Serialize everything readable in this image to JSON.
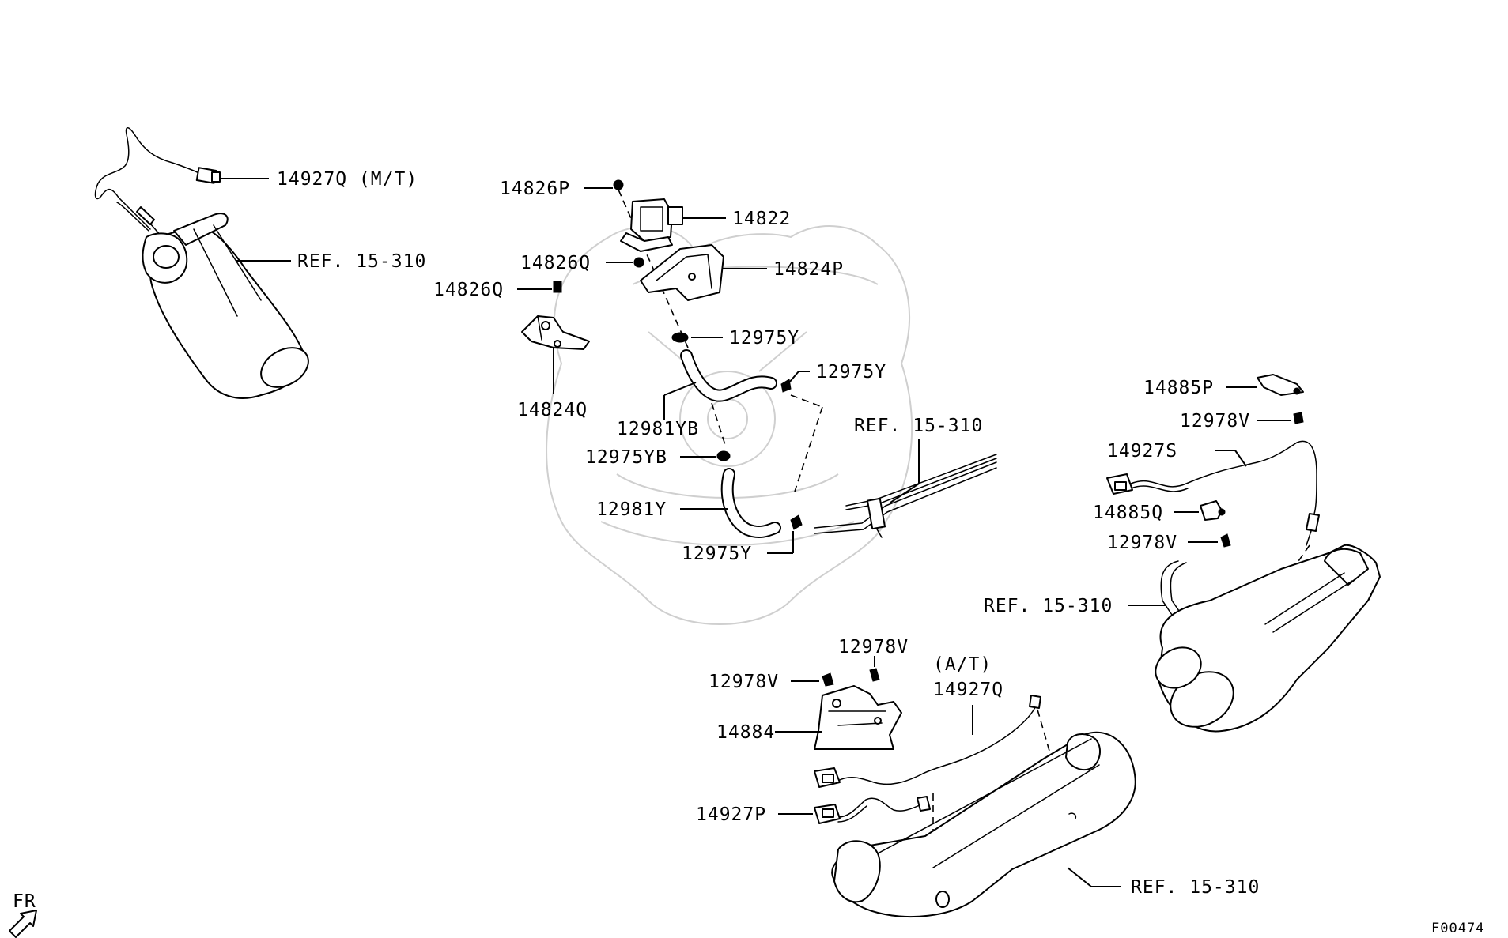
{
  "diagram_id": "F00474",
  "front_marker": "FR",
  "labels": {
    "l_14927Q_MT": "14927Q (M/T)",
    "l_ref_topleft": "REF. 15-310",
    "l_14826P": "14826P",
    "l_14822": "14822",
    "l_14826Q_a": "14826Q",
    "l_14824P": "14824P",
    "l_14826Q_b": "14826Q",
    "l_12975Y_a": "12975Y",
    "l_12975Y_b": "12975Y",
    "l_14824Q": "14824Q",
    "l_12981YB": "12981YB",
    "l_ref_pipe": "REF. 15-310",
    "l_12975YB": "12975YB",
    "l_12981Y": "12981Y",
    "l_12975Y_c": "12975Y",
    "l_14885P": "14885P",
    "l_12978V_a": "12978V",
    "l_14927S": "14927S",
    "l_14885Q": "14885Q",
    "l_12978V_b": "12978V",
    "l_ref_right": "REF. 15-310",
    "l_12978V_c": "12978V",
    "l_AT": "(A/T)",
    "l_12978V_d": "12978V",
    "l_14927Q": "14927Q",
    "l_14884": "14884",
    "l_14927P": "14927P",
    "l_ref_bottom": "REF. 15-310"
  }
}
